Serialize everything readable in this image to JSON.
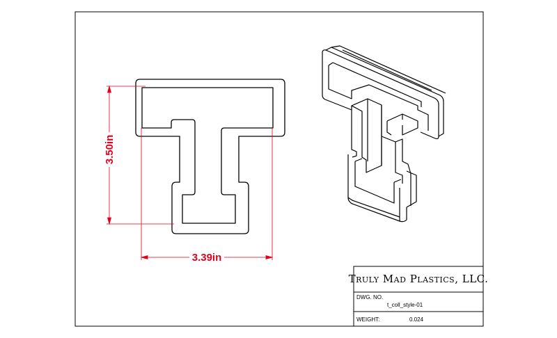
{
  "dimensions": {
    "height_label": "3.50in",
    "width_label": "3.39in",
    "color": "#e3001b"
  },
  "title_block": {
    "company": "Truly Mad Plastics, LLC.",
    "dwg_no_label": "DWG.  NO.",
    "dwg_no_value": "t_coll_style-01",
    "weight_label": "WEIGHT:",
    "weight_value": "0.024"
  },
  "colors": {
    "line": "#000000",
    "background": "#ffffff"
  }
}
